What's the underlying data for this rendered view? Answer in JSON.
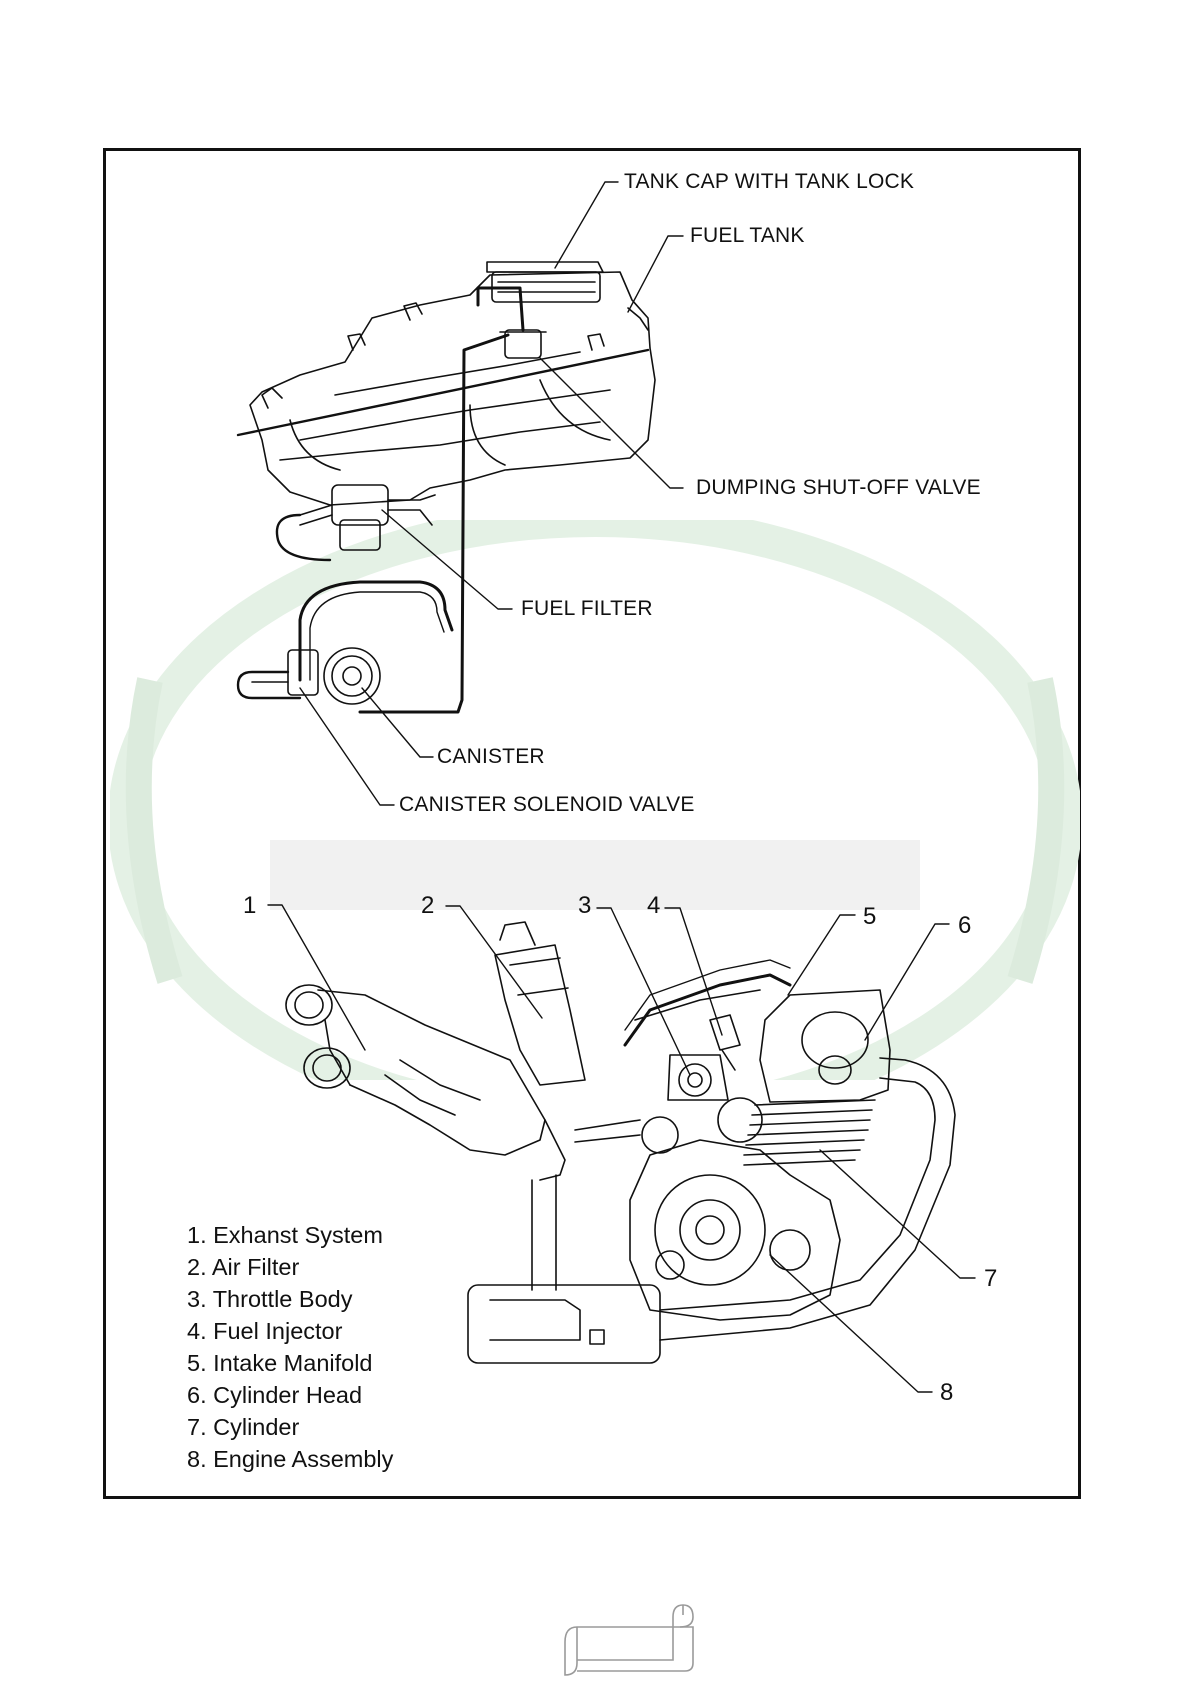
{
  "fuel_system_labels": {
    "tank_cap": "TANK CAP WITH TANK LOCK",
    "fuel_tank": "FUEL TANK",
    "dumping_valve": "DUMPING SHUT-OFF VALVE",
    "fuel_filter": "FUEL FILTER",
    "canister": "CANISTER",
    "canister_solenoid": "CANISTER SOLENOID VALVE"
  },
  "engine_callouts": [
    "1",
    "2",
    "3",
    "4",
    "5",
    "6",
    "7",
    "8"
  ],
  "legend": [
    "1. Exhanst System",
    "2. Air Filter",
    "3. Throttle Body",
    "4. Fuel Injector",
    "5. Intake Manifold",
    "6. Cylinder Head",
    "7. Cylinder",
    "8. Engine Assembly"
  ],
  "colors": {
    "line": "#111111",
    "watermark": "#e9f3ea"
  }
}
